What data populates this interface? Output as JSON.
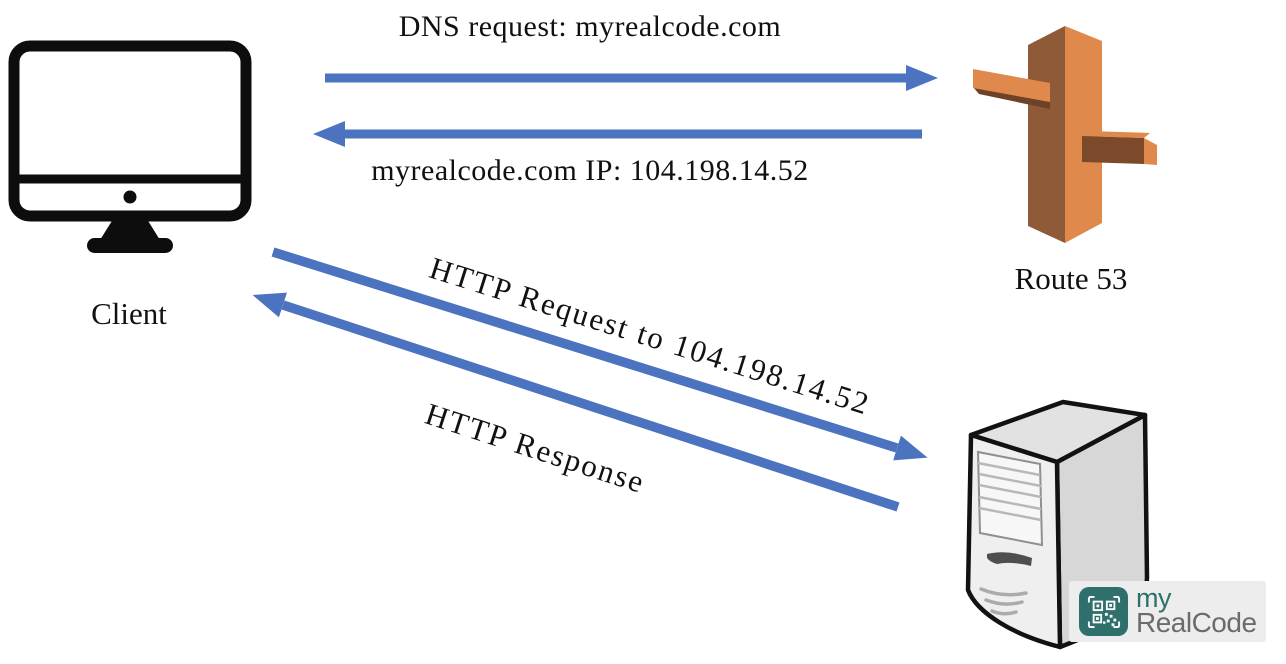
{
  "nodes": {
    "client": {
      "label": "Client"
    },
    "route53": {
      "label": "Route 53"
    },
    "server": {
      "label": ""
    }
  },
  "messages": {
    "dns_request": {
      "label": "DNS request: myrealcode.com",
      "direction": "client-to-route53"
    },
    "dns_response": {
      "label": "myrealcode.com IP: 104.198.14.52",
      "direction": "route53-to-client"
    },
    "http_request": {
      "label": "HTTP Request to 104.198.14.52",
      "direction": "client-to-server"
    },
    "http_response": {
      "label": "HTTP Response",
      "direction": "server-to-client"
    }
  },
  "logo": {
    "line1": "my",
    "line2": "RealCode"
  },
  "colors": {
    "arrow_blue": "#4B73BF",
    "route53_orange_light": "#DF8A4C",
    "route53_orange_dark": "#8E5A37",
    "route53_orange_darker": "#7C4A2B",
    "route53_underside": "#6E4226",
    "logo_teal": "#2F6F6C",
    "logo_gray": "#6B6B6B",
    "ink": "#111111"
  }
}
